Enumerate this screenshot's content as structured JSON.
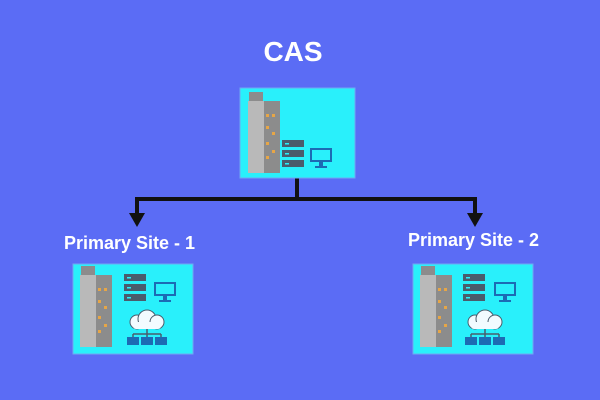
{
  "colors": {
    "background": "#5b6cf5",
    "panel": "#29f0fb",
    "panel_border": "#6fa7f2",
    "connector": "#111111",
    "building": "#b9b9b9",
    "building_dark": "#8c8c8c",
    "window": "#e7a646",
    "rack": "#4a5c6c",
    "monitor": "#1c6bb4",
    "cloud": "#f2fbff"
  },
  "cas": {
    "title": "CAS"
  },
  "sites": [
    {
      "title": "Primary Site - 1"
    },
    {
      "title": "Primary Site - 2"
    }
  ],
  "icons": {
    "building": "office-building-icon",
    "servers": "server-rack-icon",
    "monitor": "monitor-icon",
    "cloud_network": "cloud-network-icon"
  }
}
